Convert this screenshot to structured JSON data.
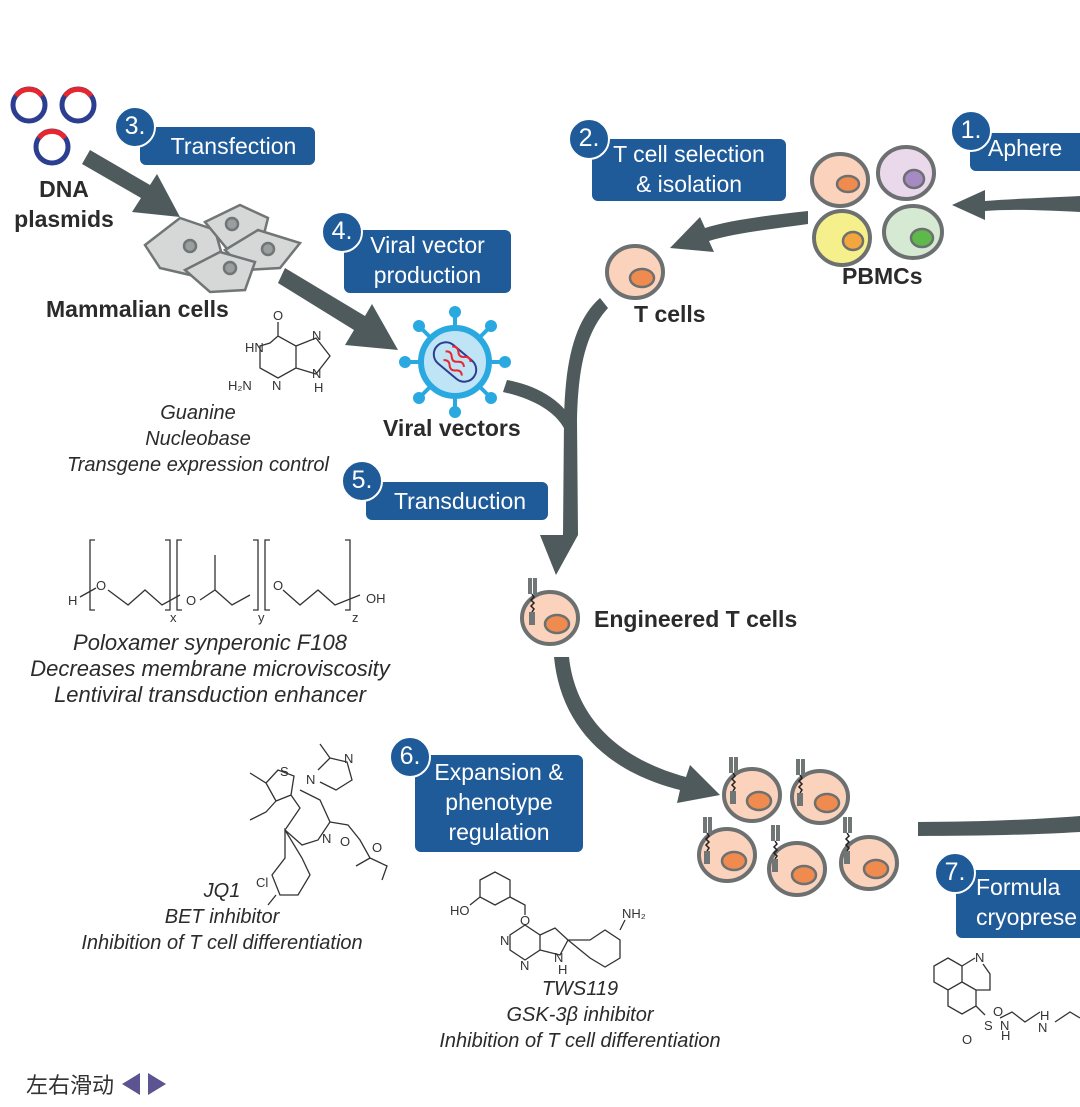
{
  "diagram": {
    "steps": [
      {
        "number": "1.",
        "label": "Aphere"
      },
      {
        "number": "2.",
        "label": "T cell selection\n& isolation"
      },
      {
        "number": "3.",
        "label": "Transfection"
      },
      {
        "number": "4.",
        "label": "Viral vector\nproduction"
      },
      {
        "number": "5.",
        "label": "Transduction"
      },
      {
        "number": "6.",
        "label": "Expansion &\nphenotype\nregulation"
      },
      {
        "number": "7.",
        "label": "Formula\ncryoprese"
      }
    ],
    "labels": {
      "dna_plasmids": "DNA\nplasmids",
      "mammalian_cells": "Mammalian cells",
      "viral_vectors": "Viral vectors",
      "pbmcs": "PBMCs",
      "t_cells": "T cells",
      "engineered_t_cells": "Engineered T cells"
    },
    "compounds": [
      {
        "name": "Guanine",
        "lines": [
          "Guanine",
          "Nucleobase",
          "Transgene expression control"
        ]
      },
      {
        "name": "Poloxamer synperonic F108",
        "lines": [
          "Poloxamer synperonic F108",
          "Decreases membrane microviscosity",
          "Lentiviral transduction enhancer"
        ],
        "subscripts": [
          "x",
          "y",
          "z"
        ],
        "end_groups": [
          "H",
          "OH"
        ]
      },
      {
        "name": "JQ1",
        "lines": [
          "JQ1",
          "BET inhibitor",
          "Inhibition of T cell differentiation"
        ]
      },
      {
        "name": "TWS119",
        "lines": [
          "TWS119",
          "GSK-3β inhibitor",
          "Inhibition of T cell differentiation"
        ]
      }
    ],
    "atom_labels": {
      "guanine": [
        "O",
        "HN",
        "N",
        "H2N",
        "N",
        "N",
        "H"
      ],
      "jq1": [
        "S",
        "N",
        "N",
        "N",
        "O",
        "O",
        "Cl"
      ],
      "tws119": [
        "HO",
        "O",
        "N",
        "N",
        "N",
        "H",
        "NH2"
      ],
      "partial": [
        "N",
        "S",
        "O",
        "O",
        "N",
        "H",
        "H",
        "N"
      ]
    },
    "colors": {
      "step_blue": "#1f5a99",
      "arrow_gray": "#4f5a5c",
      "cell_peach": "#fbd3bc",
      "nucleus_orange": "#f08b4f",
      "virus_blue": "#29a9e0",
      "plasmid_red": "#e8262e",
      "plasmid_navy": "#2c3e8f"
    }
  },
  "footer": {
    "slide_hint": "左右滑动",
    "prev_icon": "triangle-left",
    "next_icon": "triangle-right"
  }
}
